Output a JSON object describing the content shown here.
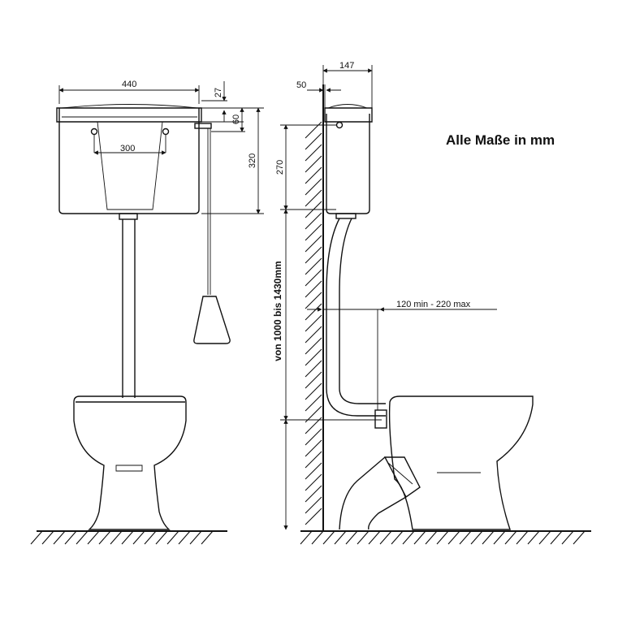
{
  "title_note": "Alle Maße in mm",
  "front_view": {
    "cistern_width": "440",
    "lid_height": "27",
    "fixing_height": "60",
    "cistern_height": "320",
    "fixing_spacing": "300"
  },
  "side_view": {
    "cistern_depth": "147",
    "wall_gap": "50",
    "cistern_body_height": "270",
    "mounting_height": "von 1000  bis 1430mm",
    "offset_range": "120 min - 220 max"
  }
}
